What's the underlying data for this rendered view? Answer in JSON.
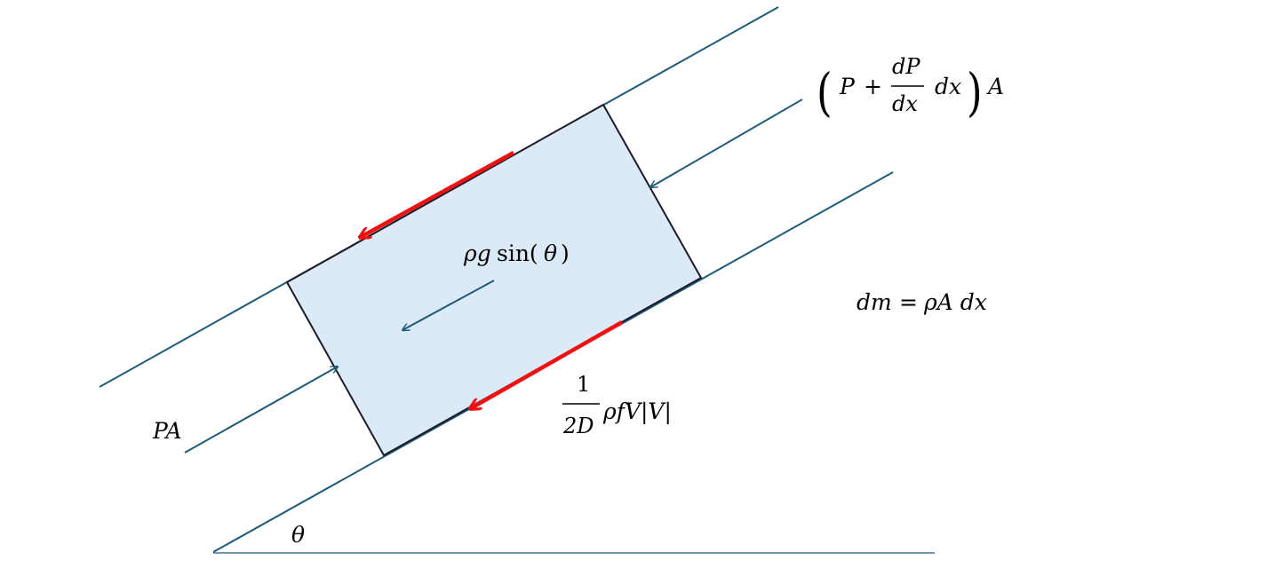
{
  "colors": {
    "pipe": "#1f5a7a",
    "element_fill": "#dce9f6",
    "element_edge": "#1a1a2a",
    "friction": "#ee1111",
    "text": "#000000"
  },
  "labels": {
    "pressure_left": "PA",
    "pressure_right": {
      "open": "(",
      "p": "P",
      "plus": "+",
      "frac_num": "dP",
      "frac_den": "dx",
      "dx": "dx",
      "close": ")",
      "a": "A"
    },
    "gravity": {
      "rho_g": "ρg",
      "func": "sin(",
      "theta": "θ",
      "close": ")"
    },
    "mass": {
      "lhs": "dm",
      "eq": "=",
      "rhs": "ρA dx"
    },
    "friction": {
      "frac_num": "1",
      "frac_den": "2D",
      "expr": "ρfV|V|"
    },
    "angle": "θ"
  }
}
